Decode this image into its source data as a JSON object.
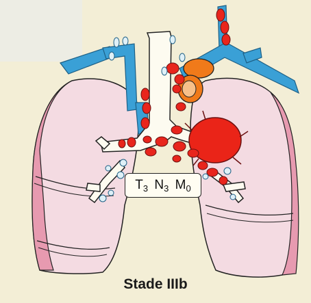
{
  "stage_label": {
    "t": {
      "letter": "T",
      "number": "3"
    },
    "n": {
      "letter": "N",
      "number": "3"
    },
    "m": {
      "letter": "M",
      "number": "0"
    }
  },
  "caption": "Stade IIIb",
  "colors": {
    "background": "#f3eed6",
    "lung": "#f4dbe2",
    "lung_edge": "#e29bb0",
    "vessel": "#3aa0d6",
    "airway": "#fdfbf0",
    "lymph_node": "#e8251c",
    "small_node": "#dff0f7",
    "tumor": "#ea2418",
    "aortic_node": "#f07a1a"
  }
}
